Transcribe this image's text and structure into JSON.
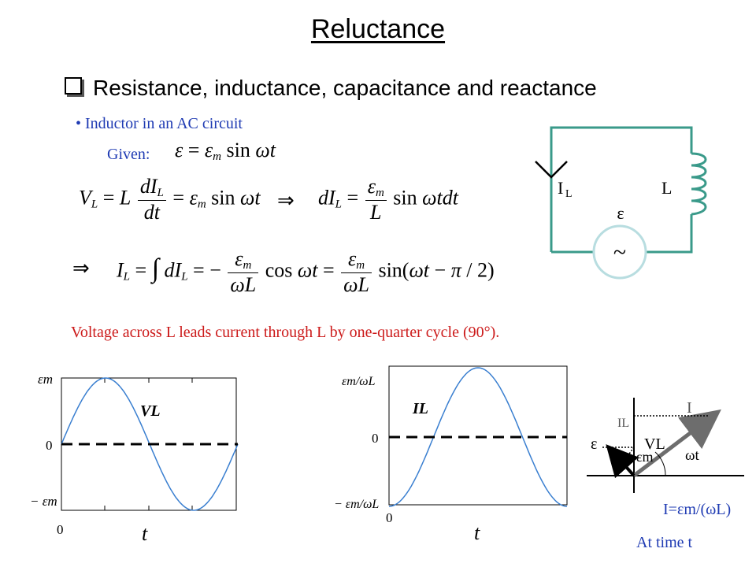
{
  "title": "Reluctance",
  "heading": "Resistance, inductance, capacitance and reactance",
  "bullet": "Inductor in an AC circuit",
  "given_label": "Given:",
  "statement": "Voltage across L leads current through L by one-quarter cycle (90°).",
  "equations": {
    "given": "ε = εm sin ωt",
    "vl": "VL = L dIL/dt = εm sin ωt",
    "dil": "dIL = (εm/L) sin ωt dt",
    "il": "IL = ∫ dIL = −(εm/ωL) cos ωt = (εm/ωL) sin(ωt − π/2)",
    "implies": "⇒"
  },
  "circuit": {
    "current_label": "IL",
    "inductor_label": "L",
    "source_label": "ε",
    "source_symbol": "~",
    "wire_color": "#3a9a8a",
    "source_color": "#b8dde0"
  },
  "vl_plot": {
    "series_label": "VL",
    "ytick_top": "εm",
    "ytick_mid": "0",
    "ytick_bottom": "− εm",
    "xtick_origin": "0",
    "xlabel": "t",
    "curve_color": "#3a7fd0"
  },
  "il_plot": {
    "series_label": "IL",
    "ytick_top": "εm/ωL",
    "ytick_mid": "0",
    "ytick_bottom": "− εm/ωL",
    "xtick_origin": "0",
    "xlabel": "t",
    "curve_color": "#3a7fd0"
  },
  "phasor": {
    "i_label": "I",
    "il_label": "IL",
    "vl_label": "VL",
    "eps_label": "ε",
    "epsm_label": "εm",
    "angle_label": "ωt",
    "result": "I=εm/(ωL)",
    "caption": "At time t",
    "arrow_color": "#6d6d6d"
  }
}
